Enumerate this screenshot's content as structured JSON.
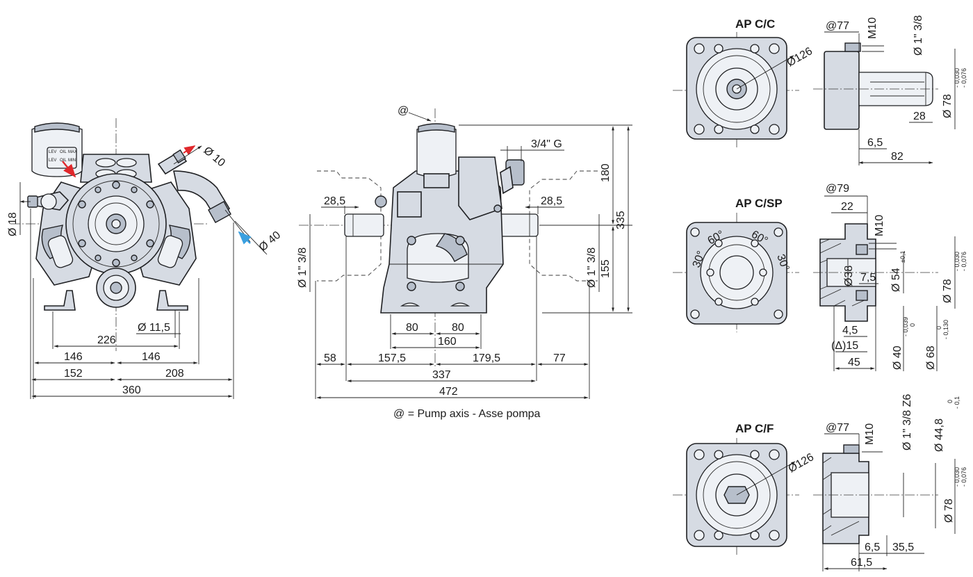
{
  "front_view": {
    "gauge_labels": [
      "LEV",
      "OIL",
      "MAX",
      "LEV",
      "OIL",
      "MIN"
    ],
    "dims": {
      "d18": "Ø 18",
      "d10": "Ø 10",
      "d40": "Ø 40",
      "d115": "Ø 11,5",
      "w226": "226",
      "w146a": "146",
      "w146b": "146",
      "w152": "152",
      "w208": "208",
      "w360": "360"
    }
  },
  "side_view": {
    "axis_marker": "@",
    "dims": {
      "thread": "3/4\" G",
      "left_shaft": "28,5",
      "right_shaft": "28,5",
      "h180": "180",
      "h335": "335",
      "h155": "155",
      "left_dia": "Ø 1\" 3/8",
      "right_dia": "Ø 1\" 3/8",
      "b80a": "80",
      "b80b": "80",
      "b160": "160",
      "w58": "58",
      "w1575": "157,5",
      "w1795": "179,5",
      "w77": "77",
      "w337": "337",
      "w472": "472"
    },
    "legend": "@ = Pump axis - Asse pompa"
  },
  "flange_cc": {
    "title": "AP C/C",
    "dims": {
      "at77": "@77",
      "m10": "M10",
      "shaft": "Ø 1\" 3/8",
      "tol_upper": "- 0,030",
      "tol_lower": "- 0,076",
      "d78": "Ø 78",
      "l28": "28",
      "l65": "6,5",
      "l82": "82",
      "d126": "Ø126"
    }
  },
  "flange_csp": {
    "title": "AP C/SP",
    "dims": {
      "at79": "@79",
      "l22": "22",
      "m10": "M10",
      "d38": "Ø38",
      "l75": "7,5",
      "d54": "Ø 54",
      "d54_tol": "±0,1",
      "d78": "Ø 78",
      "tol_upper": "- 0,030",
      "tol_lower": "- 0,076",
      "l45a": "4,5",
      "l15": "(Δ)15",
      "l45": "45",
      "d40": "Ø 40",
      "d40_tol_upper": "- 0,039",
      "d40_tol_lower": "0",
      "d68": "Ø 68",
      "d68_tol_upper": "0",
      "d68_tol_lower": "- 0,130",
      "a30l": "30°",
      "a60l": "60°",
      "a60r": "60°",
      "a30r": "30°"
    }
  },
  "flange_cf": {
    "title": "AP C/F",
    "dims": {
      "at77": "@77",
      "m10": "M10",
      "spline": "Ø 1\" 3/8 Z6",
      "d448": "Ø 44,8",
      "d448_tol_upper": "0",
      "d448_tol_lower": "- 0,1",
      "d78": "Ø 78",
      "tol_upper": "- 0,030",
      "tol_lower": "- 0,076",
      "l65": "6,5",
      "l355": "35,5",
      "l615": "61,5",
      "d126": "Ø126"
    }
  }
}
